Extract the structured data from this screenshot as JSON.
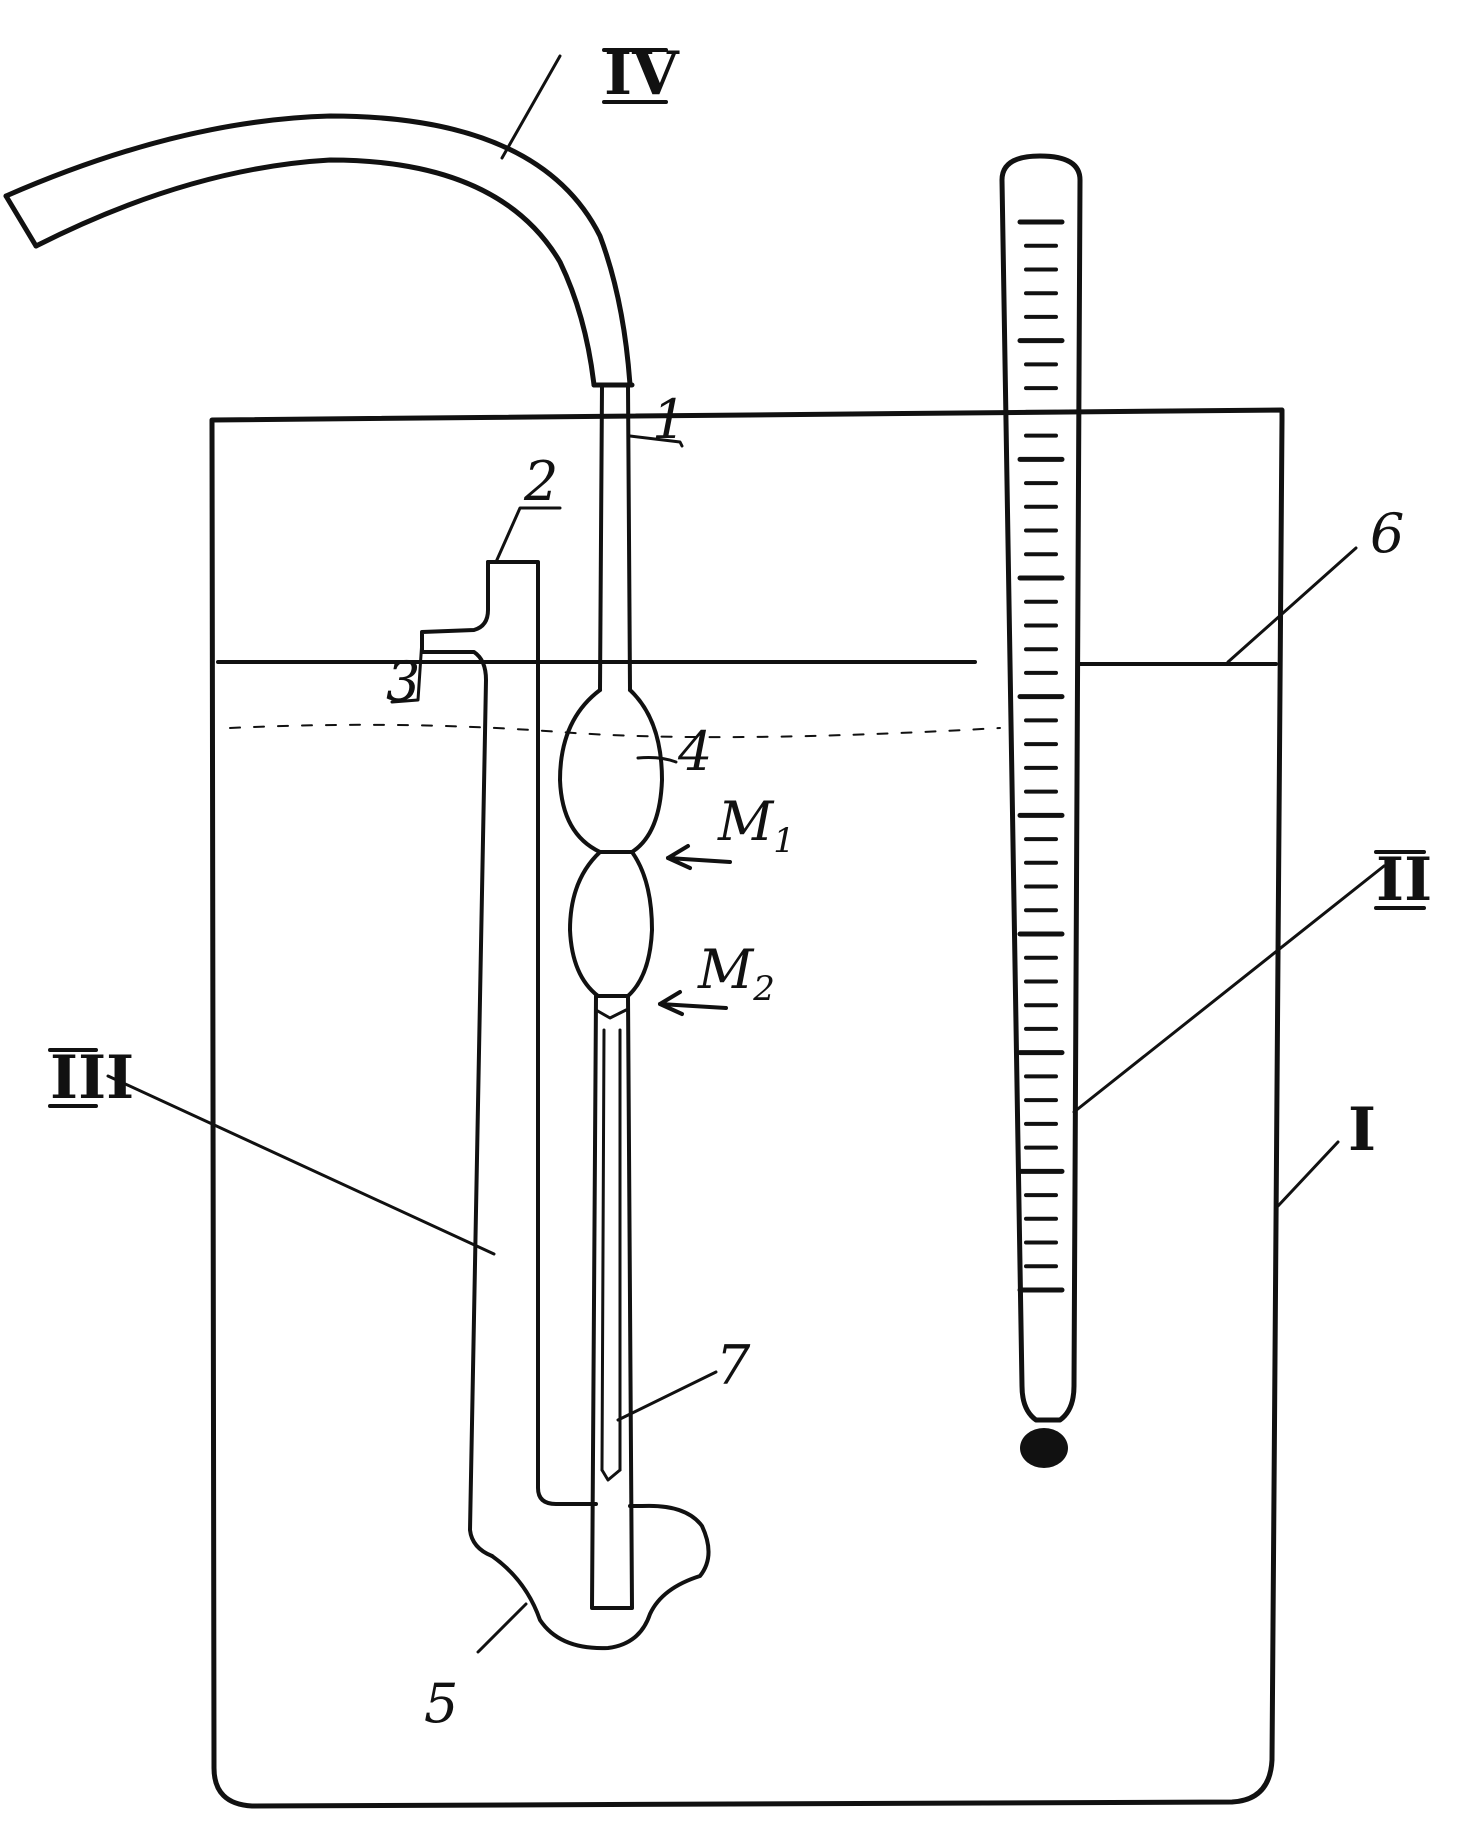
{
  "labels": {
    "tube_top": "1",
    "side_arm_top": "2",
    "side_opening": "3",
    "upper_bulb": "4",
    "reservoir": "5",
    "liquid_level": "6",
    "capillary": "7",
    "bath": "I",
    "thermometer": "II",
    "wide_tube": "III",
    "rubber_hose": "IV",
    "mark_upper": "M",
    "mark_upper_sub": "1",
    "mark_lower": "M",
    "mark_lower_sub": "2"
  },
  "colors": {
    "ink": "#111111",
    "background": "#ffffff",
    "liquid_fill": "#ffffff"
  }
}
